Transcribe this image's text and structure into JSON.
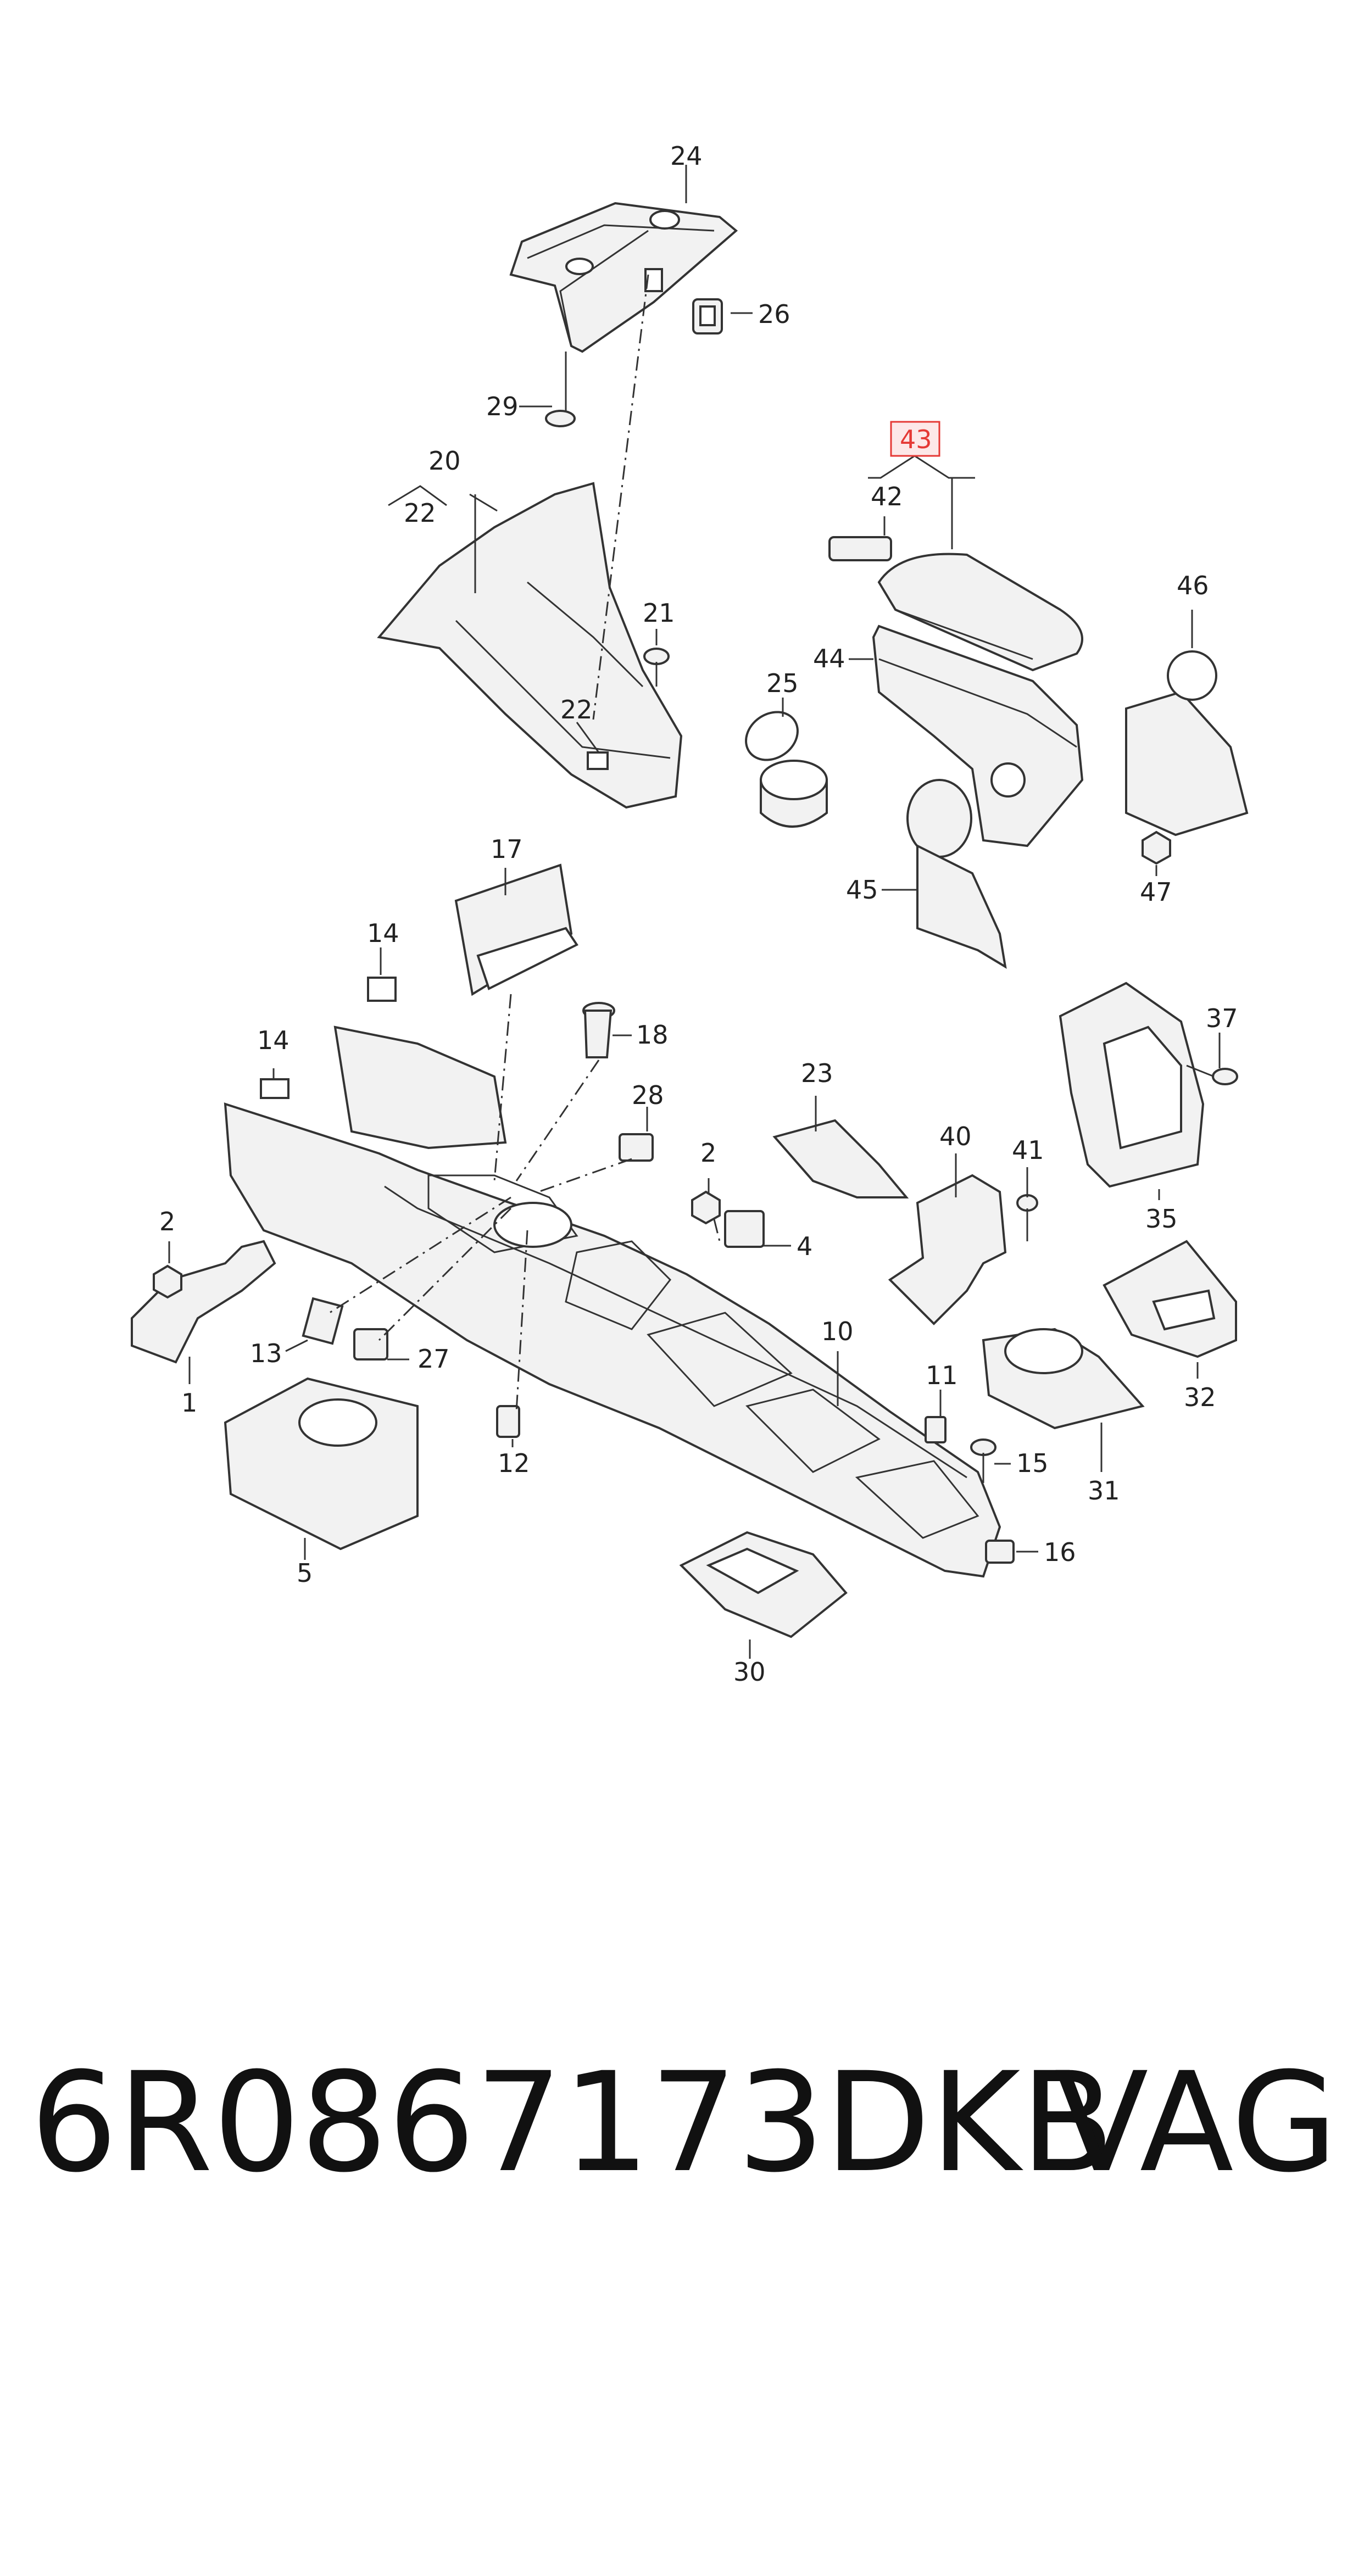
{
  "diagram": {
    "callouts": {
      "p1": "1",
      "p2a": "2",
      "p2b": "2",
      "p4": "4",
      "p5": "5",
      "p10": "10",
      "p11": "11",
      "p12": "12",
      "p13": "13",
      "p14a": "14",
      "p14b": "14",
      "p15": "15",
      "p16": "16",
      "p17": "17",
      "p18": "18",
      "p20": "20",
      "p21": "21",
      "p22a": "22",
      "p22b": "22",
      "p23": "23",
      "p24": "24",
      "p25": "25",
      "p26": "26",
      "p27": "27",
      "p28": "28",
      "p29": "29",
      "p30": "30",
      "p31": "31",
      "p32": "32",
      "p35": "35",
      "p37": "37",
      "p40": "40",
      "p41": "41",
      "p42": "42",
      "p43": "43",
      "p44": "44",
      "p45": "45",
      "p46": "46",
      "p47": "47"
    },
    "highlighted_callout": "43",
    "highlight_color": "#e53935"
  },
  "caption": {
    "part_number": "6R0867173DKB",
    "brand": "VAG"
  }
}
